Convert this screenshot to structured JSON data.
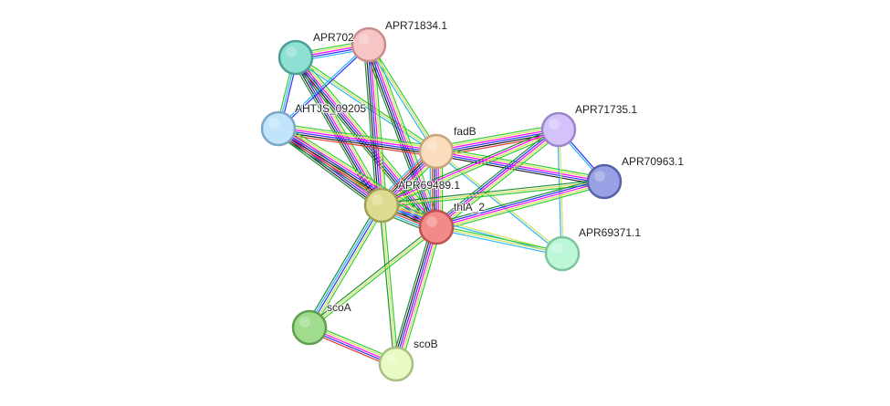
{
  "network": {
    "evidence_colors": [
      "#32cd32",
      "#d4e157",
      "#ff00ff",
      "#2d2dff",
      "#222222",
      "#e53935",
      "#29b6f6",
      "#1e8c3a",
      "#c6d97a"
    ],
    "nodes": [
      {
        "id": "APR71834.1",
        "label": "APR71834.1",
        "fill": "#f6c5c5",
        "stroke": "#c98b8b"
      },
      {
        "id": "APR702",
        "label": "APR702",
        "fill": "#8ee0d4",
        "stroke": "#4d9f95"
      },
      {
        "id": "AHTJS_09205",
        "label": "AHTJS_09205",
        "fill": "#c1e4fb",
        "stroke": "#7aa7c6"
      },
      {
        "id": "fadB",
        "label": "fadB",
        "fill": "#fbdcbd",
        "stroke": "#c9a27c"
      },
      {
        "id": "APR71735.1",
        "label": "APR71735.1",
        "fill": "#d4c3fa",
        "stroke": "#9a85c9"
      },
      {
        "id": "APR70963.1",
        "label": "APR70963.1",
        "fill": "#98a1e3",
        "stroke": "#5861a8"
      },
      {
        "id": "APR69489.1",
        "label": "APR69489.1",
        "fill": "#dcdb8f",
        "stroke": "#a19f55"
      },
      {
        "id": "thlA_2",
        "label": "thlA_2",
        "fill": "#f38a8a",
        "stroke": "#c05050"
      },
      {
        "id": "APR69371.1",
        "label": "APR69371.1",
        "fill": "#bdf7d8",
        "stroke": "#7dc59d"
      },
      {
        "id": "scoA",
        "label": "scoA",
        "fill": "#a0dc8e",
        "stroke": "#5e9f4d"
      },
      {
        "id": "scoB",
        "label": "scoB",
        "fill": "#e8fbc3",
        "stroke": "#a8bf84"
      }
    ],
    "edges": [
      {
        "source": "APR702",
        "target": "APR71834.1",
        "evidence": [
          0,
          1,
          2,
          3,
          6
        ]
      },
      {
        "source": "APR702",
        "target": "AHTJS_09205",
        "evidence": [
          3,
          6,
          0
        ]
      },
      {
        "source": "APR702",
        "target": "APR69489.1",
        "evidence": [
          0,
          1,
          2,
          3,
          4,
          7
        ]
      },
      {
        "source": "APR702",
        "target": "thlA_2",
        "evidence": [
          0,
          1,
          2,
          3,
          4,
          7
        ]
      },
      {
        "source": "APR702",
        "target": "fadB",
        "evidence": [
          0,
          1,
          6
        ]
      },
      {
        "source": "APR71834.1",
        "target": "AHTJS_09205",
        "evidence": [
          3,
          6
        ]
      },
      {
        "source": "APR71834.1",
        "target": "APR69489.1",
        "evidence": [
          0,
          1,
          2,
          3,
          4,
          7
        ]
      },
      {
        "source": "APR71834.1",
        "target": "thlA_2",
        "evidence": [
          0,
          1,
          2,
          3,
          4,
          7
        ]
      },
      {
        "source": "APR71834.1",
        "target": "fadB",
        "evidence": [
          0,
          1,
          6
        ]
      },
      {
        "source": "AHTJS_09205",
        "target": "fadB",
        "evidence": [
          0,
          1,
          2,
          3,
          4,
          5
        ]
      },
      {
        "source": "AHTJS_09205",
        "target": "APR69489.1",
        "evidence": [
          0,
          1,
          2,
          3,
          4,
          7
        ]
      },
      {
        "source": "AHTJS_09205",
        "target": "thlA_2",
        "evidence": [
          0,
          1,
          2,
          3,
          4,
          5,
          7
        ]
      },
      {
        "source": "fadB",
        "target": "APR69489.1",
        "evidence": [
          0,
          1,
          2,
          3,
          4,
          5,
          6
        ]
      },
      {
        "source": "fadB",
        "target": "thlA_2",
        "evidence": [
          0,
          1,
          2,
          3,
          4,
          5,
          6
        ]
      },
      {
        "source": "fadB",
        "target": "APR71735.1",
        "evidence": [
          0,
          1,
          2,
          3,
          4,
          5
        ]
      },
      {
        "source": "fadB",
        "target": "APR70963.1",
        "evidence": [
          0,
          1,
          2,
          3,
          4
        ]
      },
      {
        "source": "fadB",
        "target": "APR69371.1",
        "evidence": [
          1,
          6
        ]
      },
      {
        "source": "APR71735.1",
        "target": "APR70963.1",
        "evidence": [
          3,
          6
        ]
      },
      {
        "source": "APR71735.1",
        "target": "APR69489.1",
        "evidence": [
          0,
          1,
          2,
          7
        ]
      },
      {
        "source": "APR71735.1",
        "target": "thlA_2",
        "evidence": [
          0,
          1,
          2,
          3,
          7
        ]
      },
      {
        "source": "APR71735.1",
        "target": "APR69371.1",
        "evidence": [
          1,
          6
        ]
      },
      {
        "source": "APR70963.1",
        "target": "APR69489.1",
        "evidence": [
          0,
          1,
          7
        ]
      },
      {
        "source": "APR70963.1",
        "target": "thlA_2",
        "evidence": [
          0,
          1,
          2,
          3,
          7
        ]
      },
      {
        "source": "APR69489.1",
        "target": "thlA_2",
        "evidence": [
          0,
          1,
          2,
          3,
          4,
          5,
          6,
          7
        ]
      },
      {
        "source": "APR69489.1",
        "target": "APR69371.1",
        "evidence": [
          1,
          6
        ]
      },
      {
        "source": "thlA_2",
        "target": "APR69371.1",
        "evidence": [
          0,
          1,
          6
        ]
      },
      {
        "source": "APR69489.1",
        "target": "scoA",
        "evidence": [
          0,
          1,
          3,
          6,
          7
        ]
      },
      {
        "source": "APR69489.1",
        "target": "scoB",
        "evidence": [
          0,
          1,
          7
        ]
      },
      {
        "source": "thlA_2",
        "target": "scoA",
        "evidence": [
          0,
          1,
          7
        ]
      },
      {
        "source": "thlA_2",
        "target": "scoB",
        "evidence": [
          0,
          1,
          2,
          3,
          4,
          7
        ]
      },
      {
        "source": "scoA",
        "target": "scoB",
        "evidence": [
          0,
          1,
          2,
          3,
          5
        ]
      }
    ]
  }
}
